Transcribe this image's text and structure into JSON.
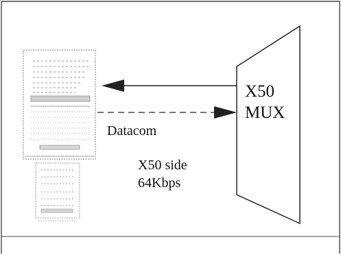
{
  "diagram": {
    "mux_label_line1": "X50",
    "mux_label_line2": "MUX",
    "link_label": "Datacom",
    "side_label_line1": "X50 side",
    "side_label_line2": "64Kbps"
  },
  "colors": {
    "line": "#222222",
    "frame": "#444444",
    "device_ink": "#7a7a7a"
  }
}
